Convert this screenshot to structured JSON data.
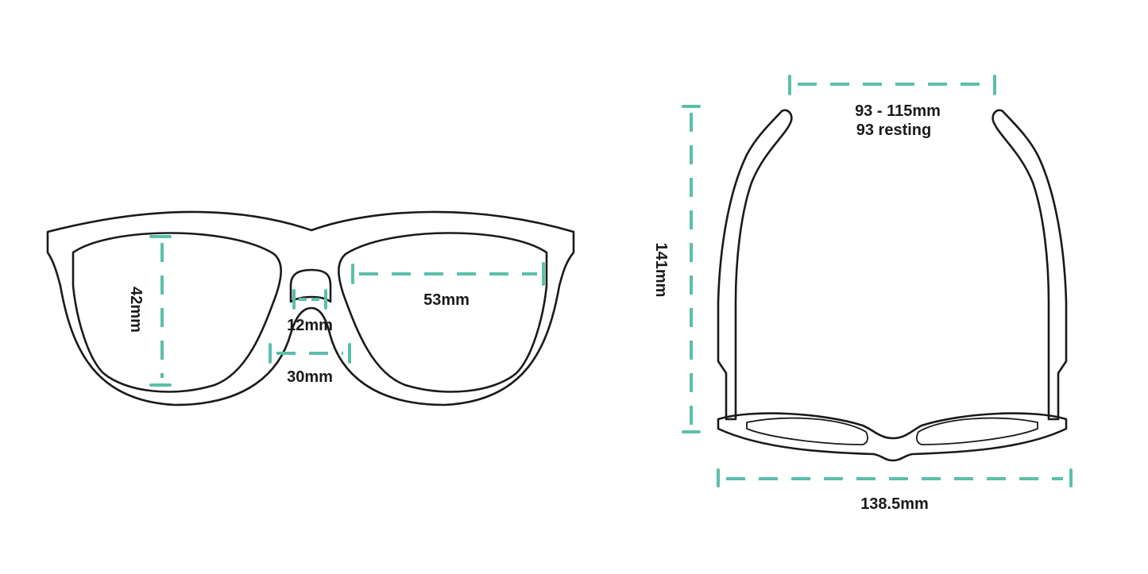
{
  "colors": {
    "dimension": "#5bbfaa",
    "outline": "#1a1a1a",
    "background": "#ffffff"
  },
  "front_view": {
    "lens_height": "42mm",
    "lens_width": "53mm",
    "bridge_width": "12mm",
    "bridge_spacing": "30mm"
  },
  "top_view": {
    "temple_spread_line1": "93 - 115mm",
    "temple_spread_line2": "93 resting",
    "temple_length": "141mm",
    "frame_width": "138.5mm"
  }
}
